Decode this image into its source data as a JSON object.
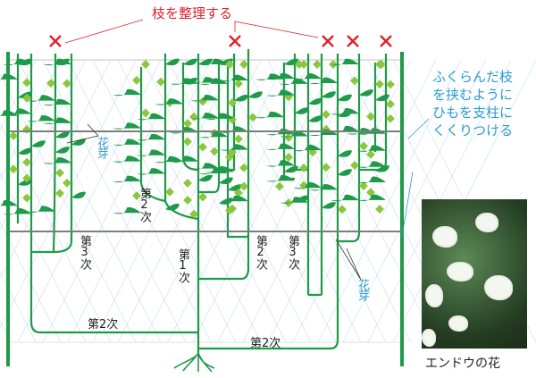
{
  "title": "枝を整理する",
  "note": [
    "ふくらんだ枝",
    "を挟むように",
    "ひもを支柱に",
    "くくりつける"
  ],
  "labels": {
    "second_a": "第2次",
    "third_a": "第3次",
    "first": "第1次",
    "second_b": "第2次",
    "third_b": "第3次",
    "second_c": "第2次",
    "second_d": "第2次",
    "bud_a": "花芽",
    "bud_b": "花芽"
  },
  "photo_caption": "エンドウの花",
  "colors": {
    "stem": "#1f9a48",
    "leaf": "#1e9a4a",
    "bud": "#8cc63f",
    "string": "#7d7d7d",
    "net": "#b9d6ea",
    "mark": "#e0202c",
    "note": "#2a9ad6"
  }
}
